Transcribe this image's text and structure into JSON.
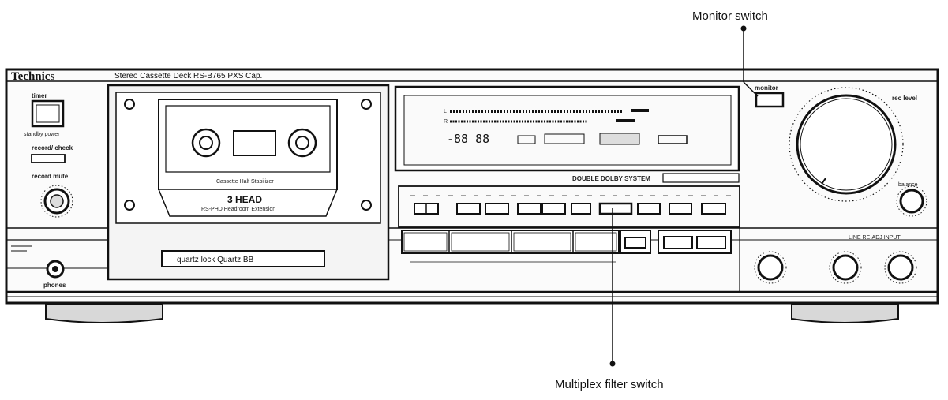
{
  "callouts": {
    "monitor_switch": "Monitor switch",
    "multiplex_filter_switch": "Multiplex filter switch"
  },
  "device": {
    "brand": "Technics",
    "model": "Stereo Cassette Deck  RS-B765 PXS Cap.",
    "phones_label": "phones",
    "monitor_label": "monitor",
    "rec_level_label": "rec level",
    "head_badge": "3 HEAD",
    "head_sub": "RS-PHD Headroom Extension",
    "holder_label": "Cassette Half Stabilizer",
    "dolby_label": "DOUBLE DOLBY SYSTEM",
    "counter": "-88 88",
    "bottom_plate": "quartz lock  Quartz  BB"
  },
  "colors": {
    "ink": "#111111",
    "paper": "#ffffff",
    "panel": "#f2f2f2",
    "shade": "#cfcfcf"
  }
}
